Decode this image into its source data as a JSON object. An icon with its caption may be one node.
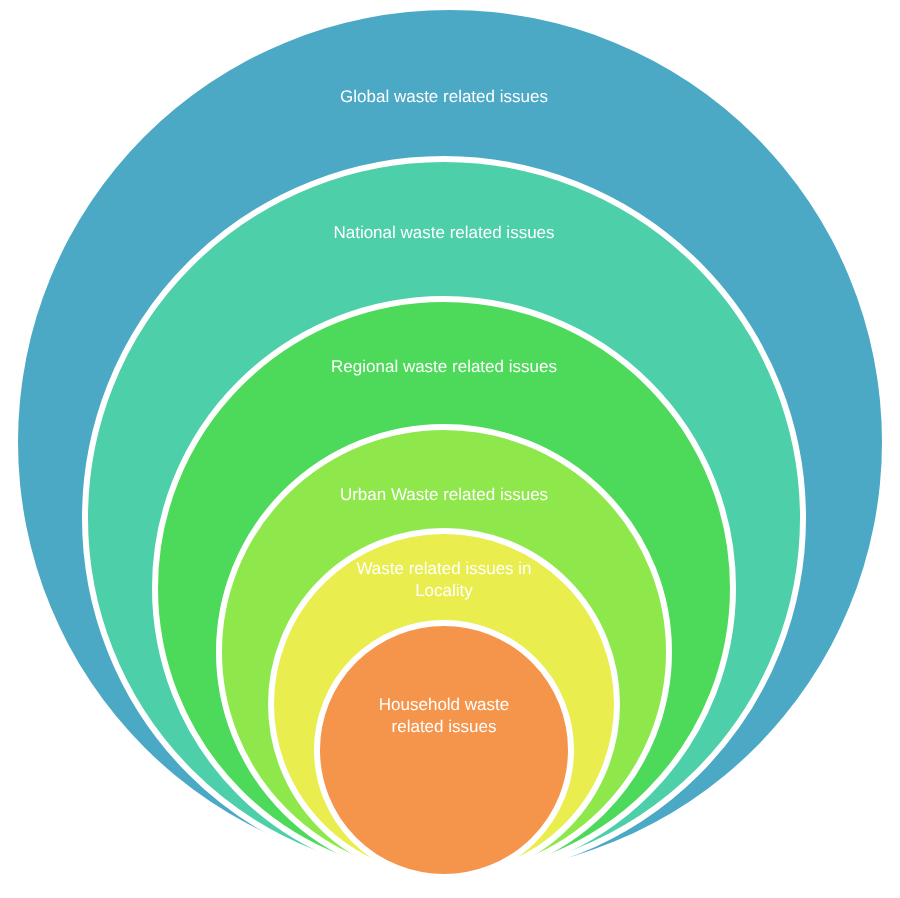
{
  "diagram": {
    "nodes": [
      {
        "text": [
          "Global waste related issues"
        ]
      },
      {
        "text": [
          "National waste related issues"
        ],
        "in": 0
      },
      {
        "text": [
          "Regional waste related issues"
        ],
        "in": 1
      },
      {
        "text": [
          "Urban Waste related issues"
        ],
        "in": 2
      },
      {
        "text": [
          "Waste related issues in Locality"
        ],
        "in": 3
      },
      {
        "text": [
          "Household waste related issues"
        ],
        "in": 4
      }
    ],
    "edges": []
  }
}
